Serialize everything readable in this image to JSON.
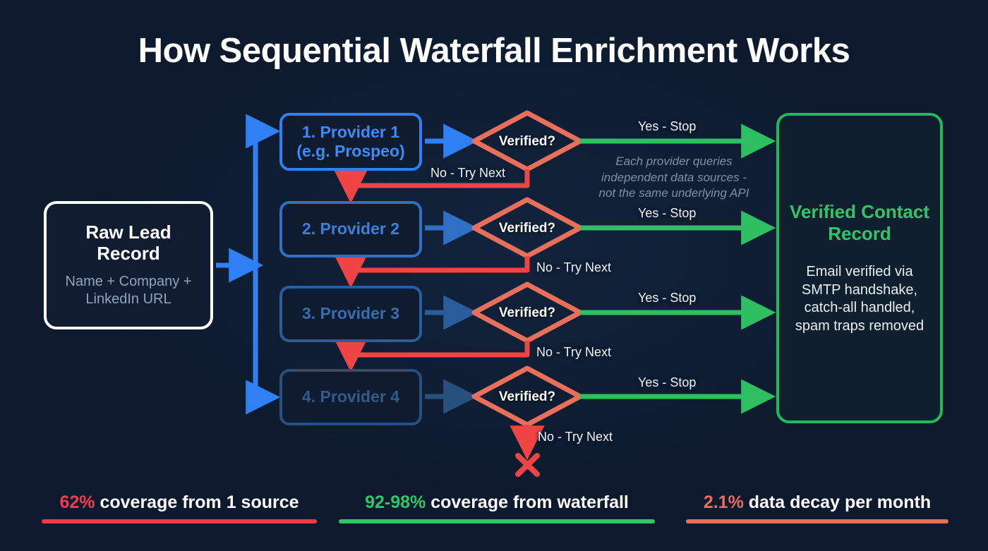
{
  "title": "How Sequential Waterfall Enrichment Works",
  "colors": {
    "background": "#0d1a2d",
    "blue_bright": "#2f80f5",
    "blue_mid": "#2f6fc6",
    "blue_dim": "#2a5c9e",
    "blue_dimmest": "#27507f",
    "green": "#22b85c",
    "green_text": "#32c46b",
    "orange": "#e8705a",
    "red": "#ef3b4e",
    "white": "#ffffff",
    "muted": "#93a3b8"
  },
  "input_node": {
    "title_line_1": "Raw Lead",
    "title_line_2": "Record",
    "subtitle_line_1": "Name + Company +",
    "subtitle_line_2": "LinkedIn URL"
  },
  "providers": [
    {
      "label_line_1": "1. Provider 1",
      "label_line_2": "(e.g. Prospeo)"
    },
    {
      "label_line_1": "2. Provider 2",
      "label_line_2": ""
    },
    {
      "label_line_1": "3. Provider 3",
      "label_line_2": ""
    },
    {
      "label_line_1": "4. Provider 4",
      "label_line_2": ""
    }
  ],
  "decisions": [
    {
      "label": "Verified?",
      "yes_label": "Yes - Stop",
      "no_label": "No - Try Next"
    },
    {
      "label": "Verified?",
      "yes_label": "Yes - Stop",
      "no_label": "No - Try Next"
    },
    {
      "label": "Verified?",
      "yes_label": "Yes - Stop",
      "no_label": "No - Try Next"
    },
    {
      "label": "Verified?",
      "yes_label": "Yes - Stop",
      "no_label": "No - Try Next"
    }
  ],
  "note": {
    "line_1": "Each provider queries",
    "line_2": "independent data sources -",
    "line_3": "not the same underlying API"
  },
  "result_node": {
    "title_line_1": "Verified Contact",
    "title_line_2": "Record",
    "body_line_1": "Email verified via",
    "body_line_2": "SMTP handshake,",
    "body_line_3": "catch-all handled,",
    "body_line_4": "spam traps removed"
  },
  "terminal": {
    "icon": "x-mark-icon"
  },
  "stats": [
    {
      "value": "62%",
      "text": " coverage from 1 source",
      "color": "#ef3b4e"
    },
    {
      "value": "92-98%",
      "text": " coverage from waterfall",
      "color": "#32c46b"
    },
    {
      "value": "2.1%",
      "text": " data decay per month",
      "color": "#e8705a"
    }
  ]
}
